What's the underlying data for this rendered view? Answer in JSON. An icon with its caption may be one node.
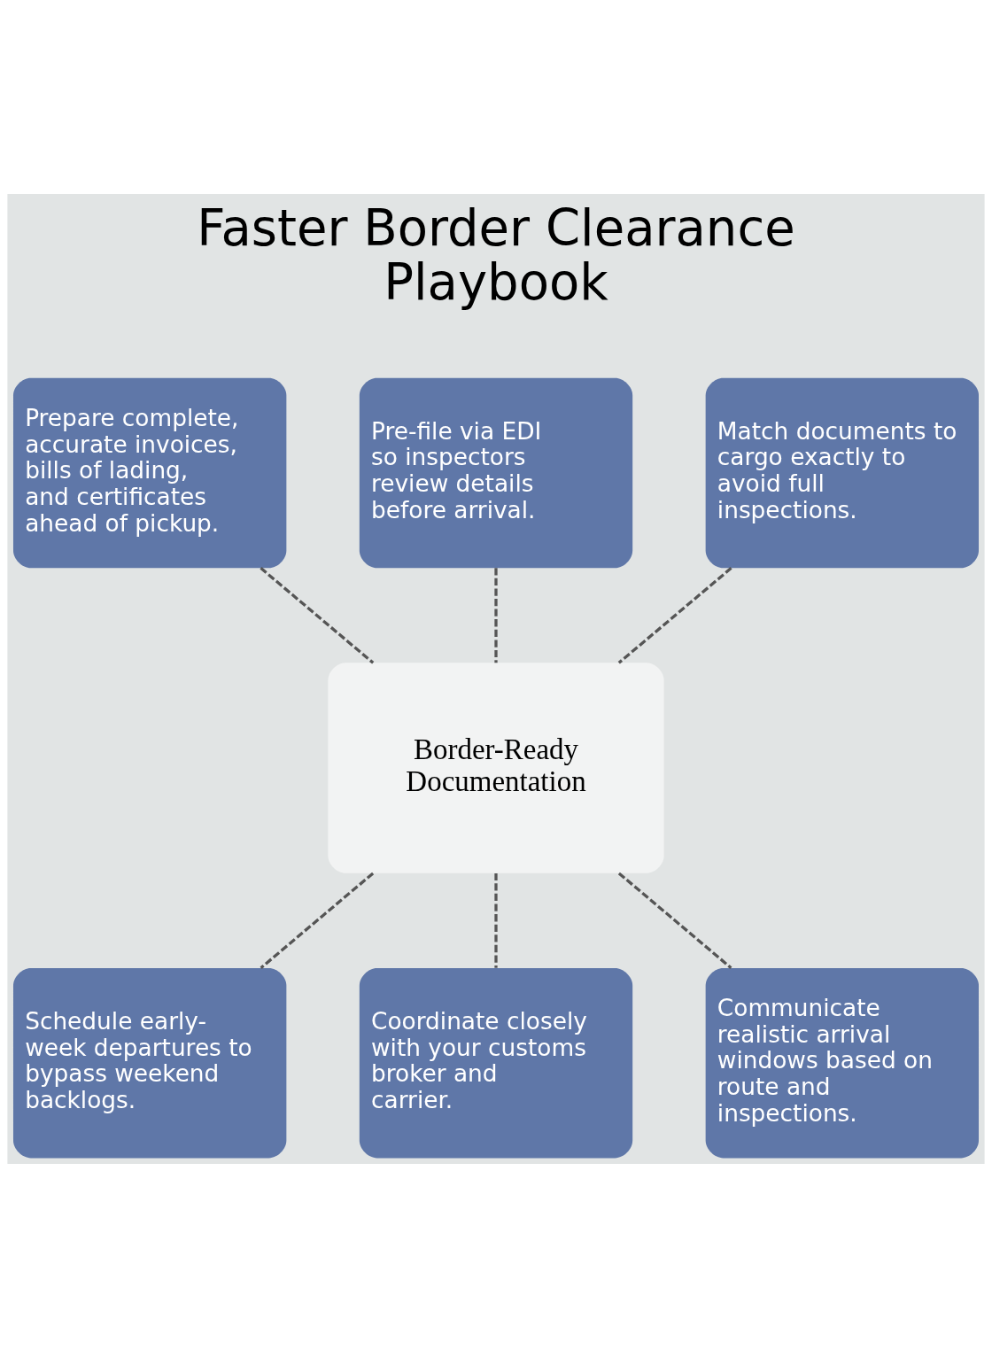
{
  "diagram": {
    "title": "Faster Border Clearance Playbook",
    "nodes": [
      {
        "text": [
          "Prepare complete, accurate invoices, bills of lading, and certificates ahead of pickup."
        ]
      },
      {
        "text": [
          "Pre-file via EDI so inspectors review details before arrival."
        ]
      },
      {
        "text": [
          "Match documents to cargo exactly to avoid full inspections."
        ]
      },
      {
        "text": [
          "Border-Ready Documentation"
        ]
      },
      {
        "text": [
          "Schedule early-week departures to bypass weekend backlogs."
        ]
      },
      {
        "text": [
          "Coordinate closely with your customs broker and carrier."
        ]
      },
      {
        "text": [
          "Communicate realistic arrival windows based on route and inspections."
        ]
      }
    ],
    "edges": [
      {
        "from": 0,
        "to": 3,
        "arrow": "none",
        "style": "dashed"
      },
      {
        "from": 1,
        "to": 3,
        "arrow": "none",
        "style": "dashed"
      },
      {
        "from": 2,
        "to": 3,
        "arrow": "none",
        "style": "dashed"
      },
      {
        "from": 3,
        "to": 4,
        "arrow": "none",
        "style": "dashed"
      },
      {
        "from": 3,
        "to": 5,
        "arrow": "none",
        "style": "dashed"
      },
      {
        "from": 3,
        "to": 6,
        "arrow": "none",
        "style": "dashed"
      }
    ]
  }
}
